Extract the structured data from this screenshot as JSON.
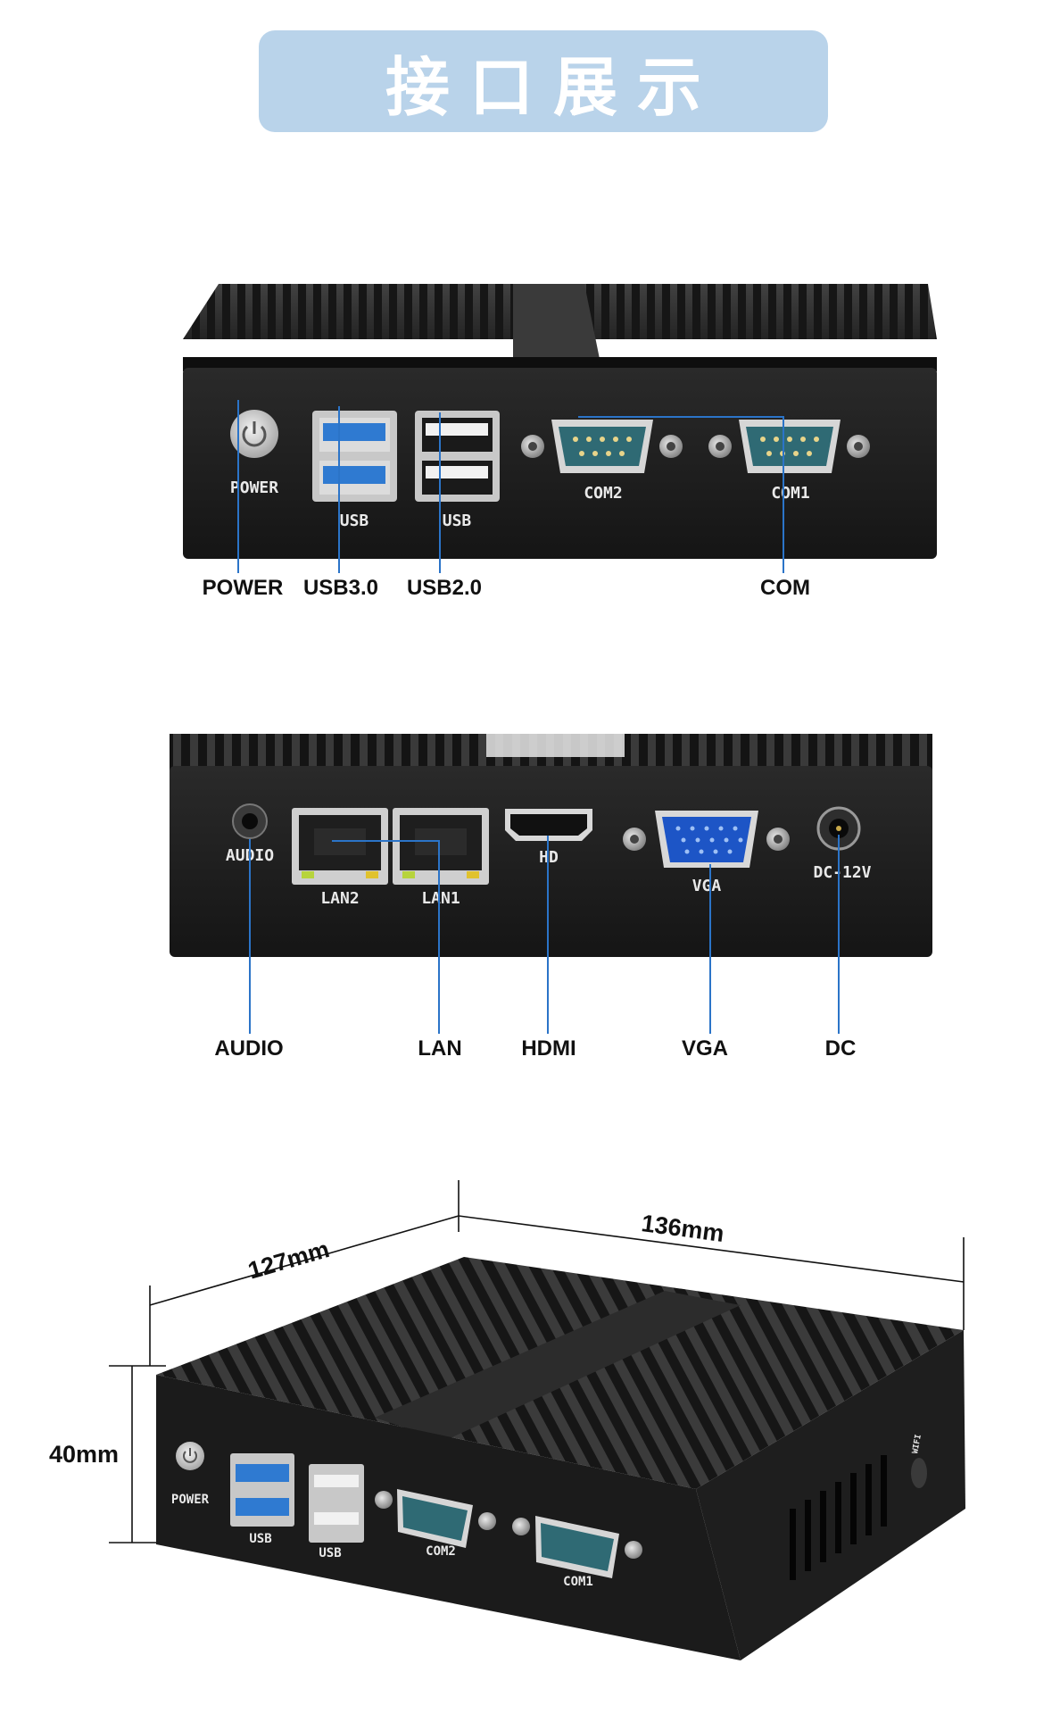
{
  "banner": {
    "title": "接口展示"
  },
  "front_panel": {
    "silkscreen": {
      "power": "POWER",
      "usb_a": "USB",
      "usb_b": "USB",
      "com2": "COM2",
      "com1": "COM1"
    },
    "callouts": {
      "power": "POWER",
      "usb3": "USB3.0",
      "usb2": "USB2.0",
      "com": "COM"
    }
  },
  "rear_panel": {
    "silkscreen": {
      "audio": "AUDIO",
      "lan2": "LAN2",
      "lan1": "LAN1",
      "hd": "HD",
      "vga": "VGA",
      "dc": "DC-12V"
    },
    "callouts": {
      "audio": "AUDIO",
      "lan": "LAN",
      "hdmi": "HDMI",
      "vga": "VGA",
      "dc": "DC"
    }
  },
  "dimensions_view": {
    "depth": "127mm",
    "width": "136mm",
    "height": "40mm",
    "silkscreen": {
      "power": "POWER",
      "usb_a": "USB",
      "usb_b": "USB",
      "com2": "COM2",
      "com1": "COM1",
      "wifi": "WIFI"
    }
  },
  "colors": {
    "banner": "#b9d3ea",
    "callout_line": "#2b74c8",
    "chassis": "#1c1c1c",
    "usb3_blue": "#2f7ad1",
    "db9_teal": "#2f6a74",
    "vga_blue": "#1d55c6"
  }
}
